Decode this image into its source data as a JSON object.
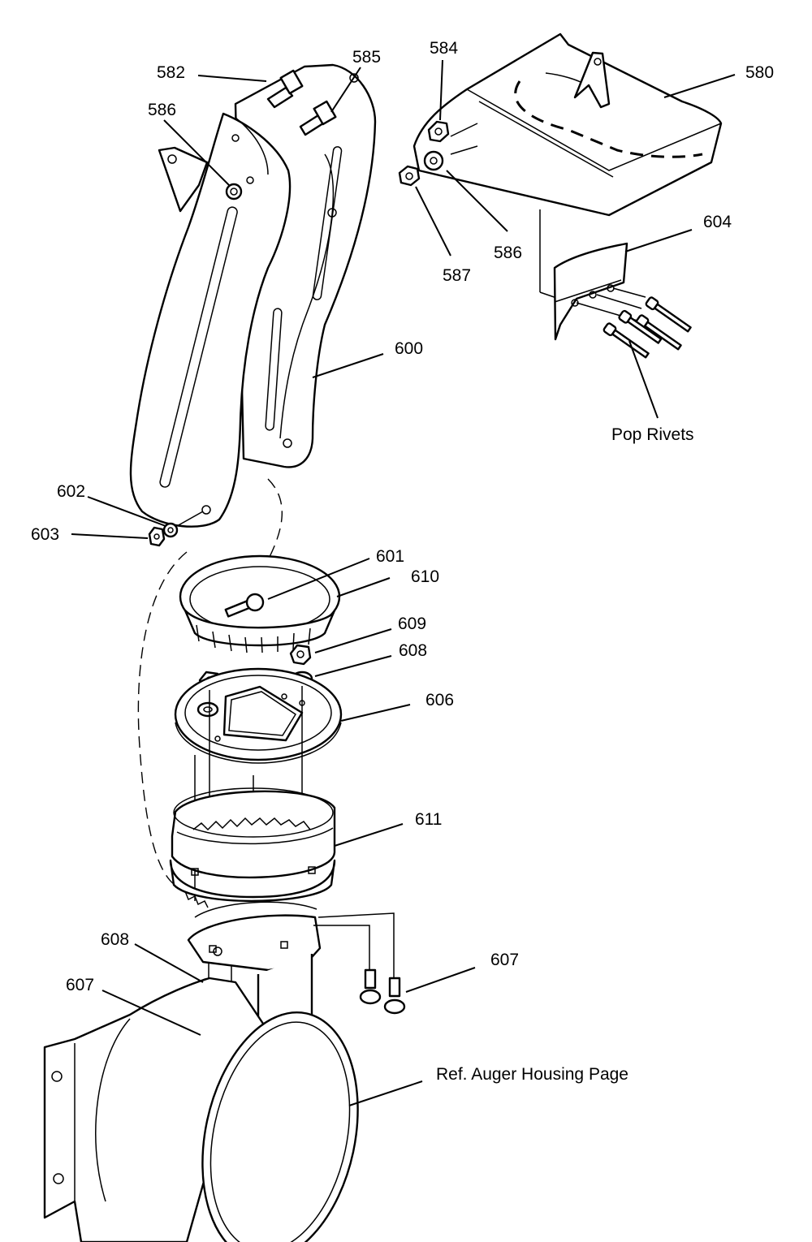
{
  "callouts": {
    "p580": "580",
    "p582": "582",
    "p584": "584",
    "p585": "585",
    "p586a": "586",
    "p586b": "586",
    "p587": "587",
    "p600": "600",
    "p601": "601",
    "p602": "602",
    "p603": "603",
    "p604": "604",
    "p606": "606",
    "p607a": "607",
    "p607b": "607",
    "p608a": "608",
    "p608b": "608",
    "p609": "609",
    "p610": "610",
    "p611": "611"
  },
  "notes": {
    "pop_rivets": "Pop Rivets",
    "ref_auger": "Ref. Auger Housing Page"
  }
}
